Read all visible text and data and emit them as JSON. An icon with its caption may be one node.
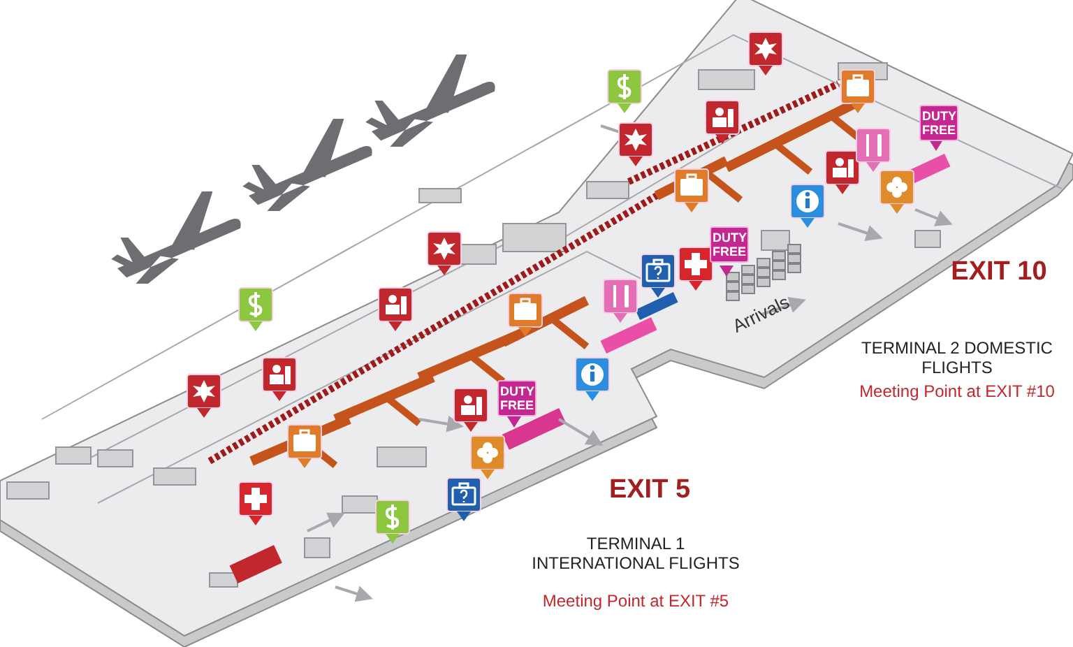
{
  "diagram": {
    "labels": [
      "DUTY FREE",
      "DUTY FREE",
      "EXIT 10",
      "Arrivals",
      "TERMINAL 2 DOMESTIC FLIGHTS",
      "Meeting Point at EXIT #10",
      "DUTY FREE",
      "EXIT 5",
      "TERMINAL 1 INTERNATIONAL FLIGHTS",
      "Meeting Point at EXIT #5"
    ]
  }
}
